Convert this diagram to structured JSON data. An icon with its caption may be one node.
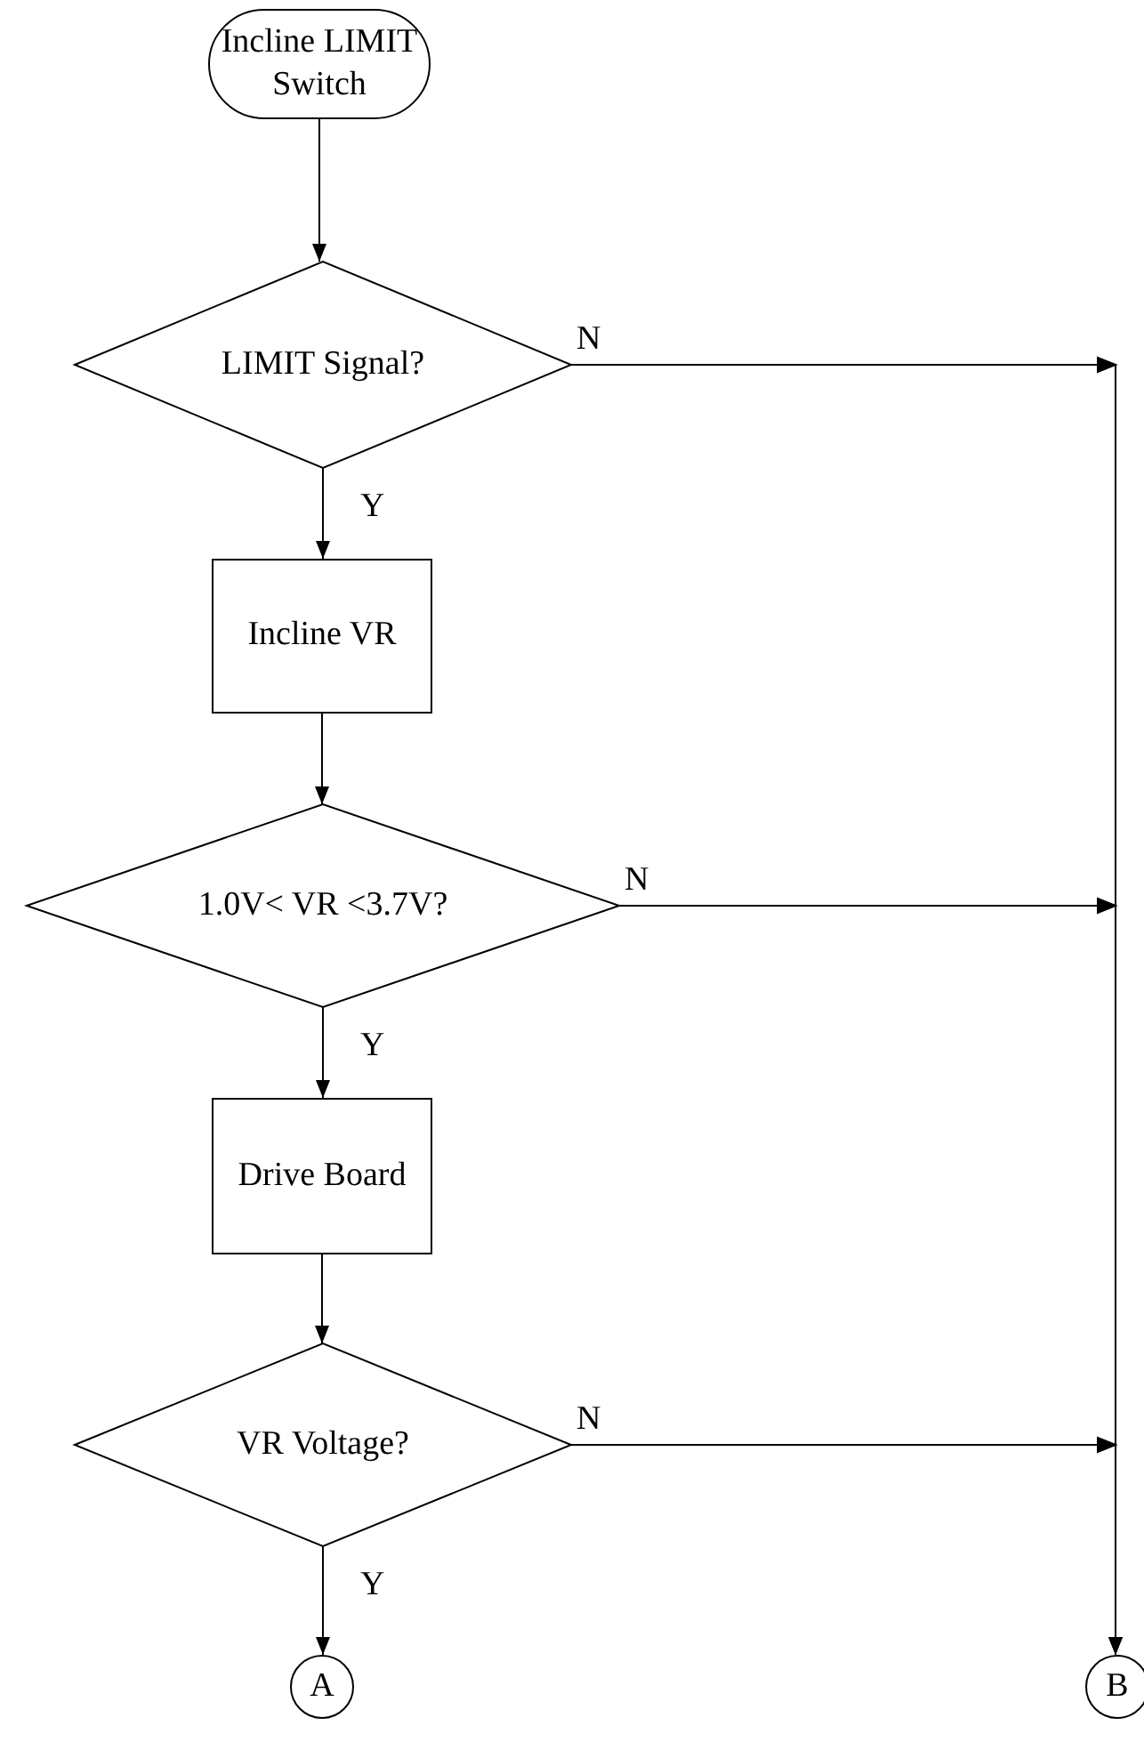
{
  "diagram": {
    "nodes": [
      {
        "text": [
          "Incline LIMIT Switch"
        ]
      },
      {
        "text": [
          "LIMIT Signal?"
        ]
      },
      {
        "text": [
          "Incline VR"
        ]
      },
      {
        "text": [
          "1.0V< VR <3.7V?"
        ]
      },
      {
        "text": [
          "Drive Board"
        ]
      },
      {
        "text": [
          "VR Voltage?"
        ]
      },
      {
        "text": [
          "A"
        ]
      },
      {
        "text": [
          "B"
        ]
      }
    ],
    "edges": [
      {
        "from": 0,
        "to": 1,
        "arrow": "to"
      },
      {
        "from": 1,
        "to": 2,
        "arrow": "to",
        "label": "Y"
      },
      {
        "from": 1,
        "to": 7,
        "arrow": "to",
        "label": "N"
      },
      {
        "from": 2,
        "to": 3,
        "arrow": "to"
      },
      {
        "from": 3,
        "to": 4,
        "arrow": "to",
        "label": "Y"
      },
      {
        "from": 3,
        "to": 7,
        "arrow": "to",
        "label": "N"
      },
      {
        "from": 4,
        "to": 5,
        "arrow": "to"
      },
      {
        "from": 5,
        "to": 6,
        "arrow": "to",
        "label": "Y"
      },
      {
        "from": 5,
        "to": 7,
        "arrow": "to",
        "label": "N"
      }
    ]
  }
}
